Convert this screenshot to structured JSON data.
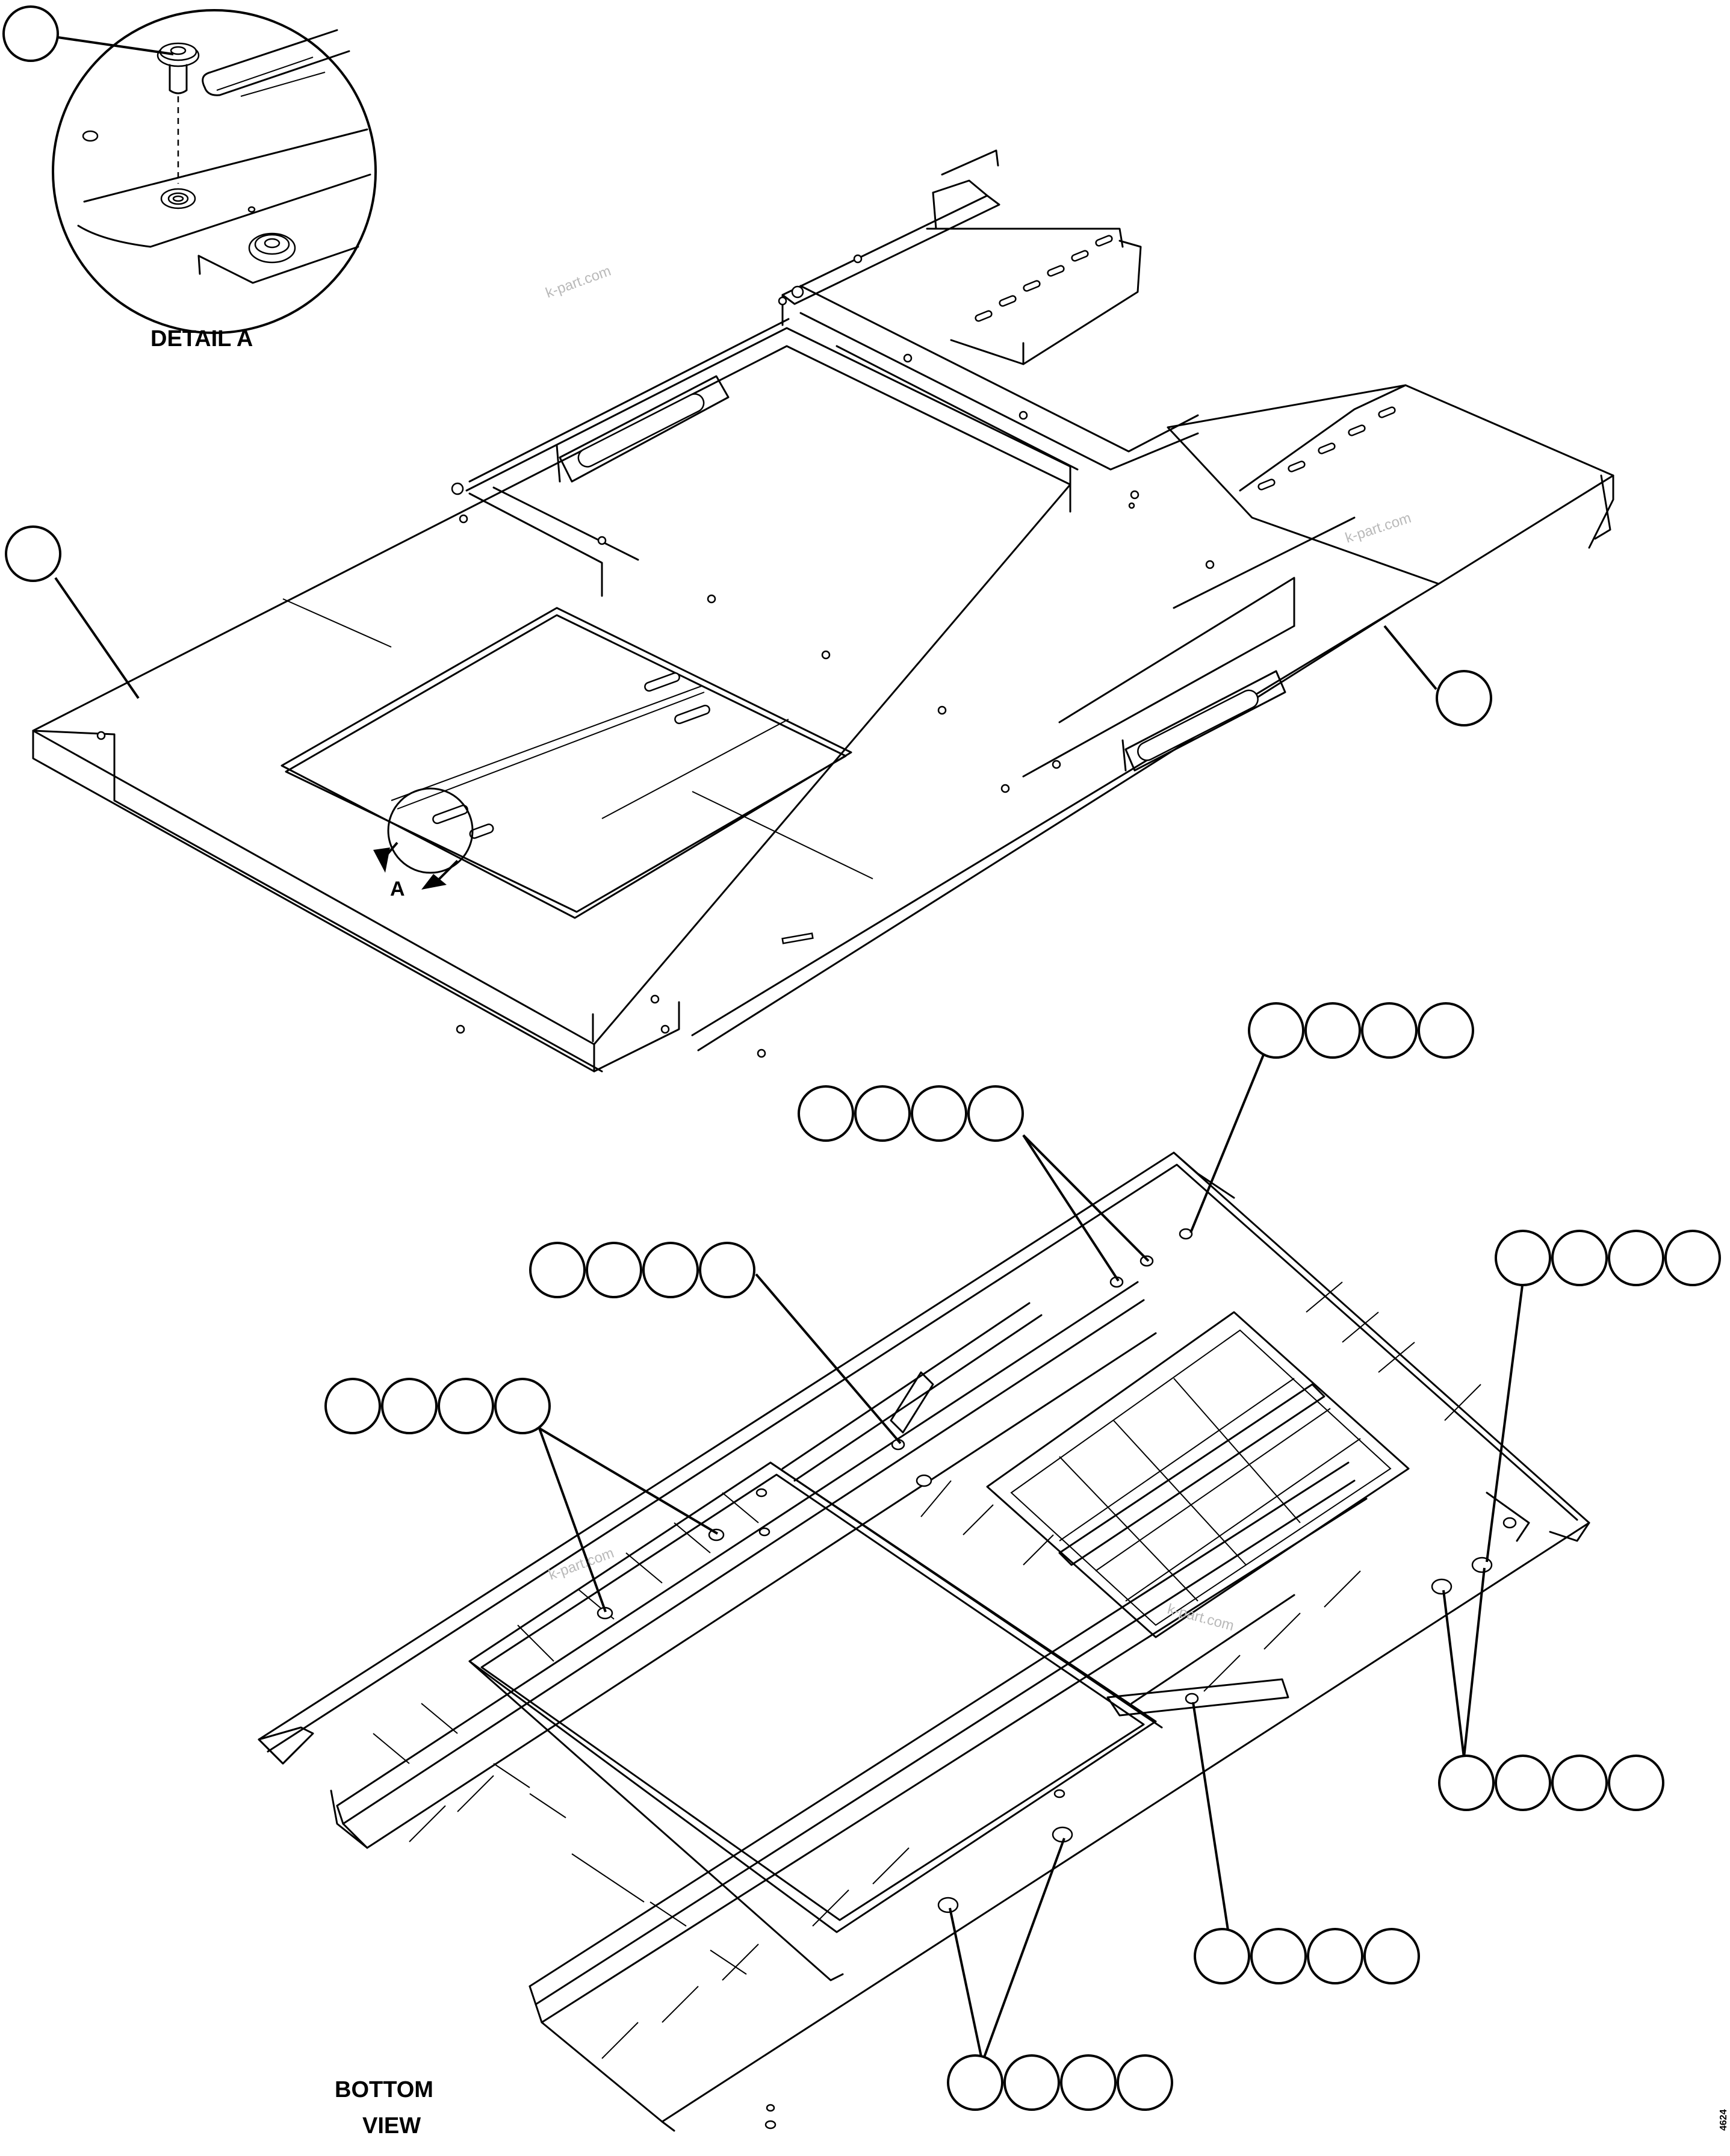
{
  "labels": {
    "detail_title": "DETAIL A",
    "detail_ref": "A",
    "view_line1": "BOTTOM",
    "view_line2": "VIEW",
    "sheet_code": "4624"
  },
  "watermarks": [
    "k-part.com",
    "k-part.com",
    "k-part.com",
    "k-part.com"
  ],
  "callouts": {
    "single": 3,
    "groups_of_four": 8,
    "note": "all callout bubbles are blank"
  }
}
